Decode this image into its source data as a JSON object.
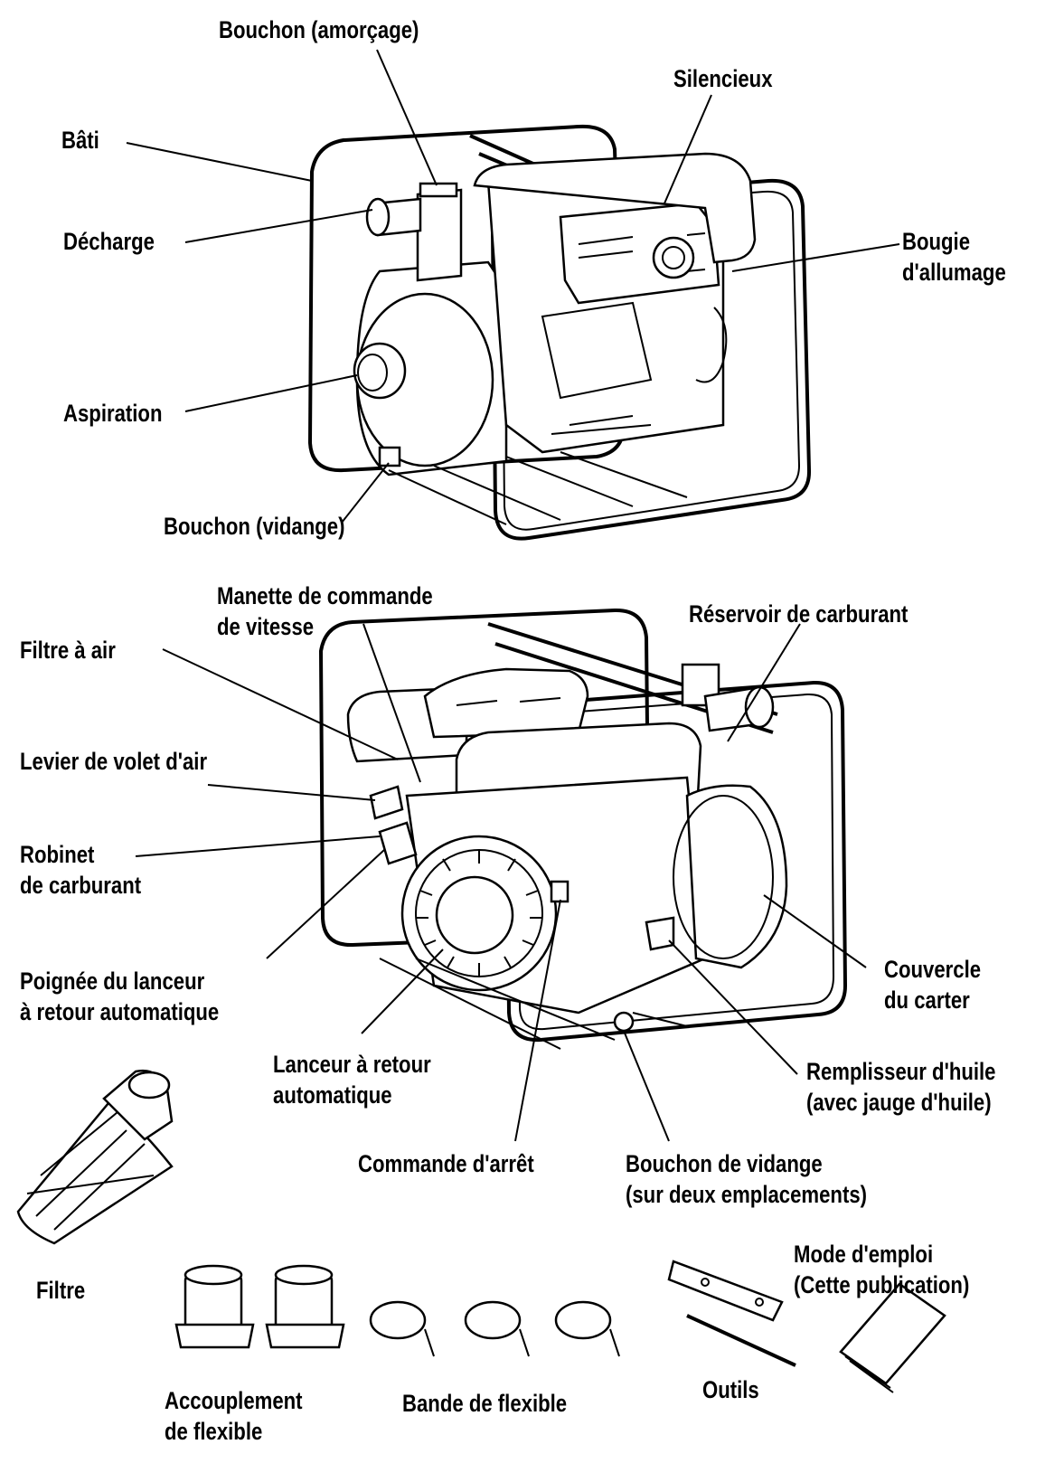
{
  "labels": {
    "bouchon_amorcage": "Bouchon (amorçage)",
    "silencieux": "Silencieux",
    "bati": "Bâti",
    "decharge": "Décharge",
    "bougie_1": "Bougie",
    "bougie_2": "d'allumage",
    "aspiration": "Aspiration",
    "bouchon_vidange": "Bouchon (vidange)",
    "manette_1": "Manette de commande",
    "manette_2": "de vitesse",
    "reservoir": "Réservoir de carburant",
    "filtre_air": "Filtre à air",
    "levier": "Levier de volet d'air",
    "robinet_1": "Robinet",
    "robinet_2": "de carburant",
    "poignee_1": "Poignée du lanceur",
    "poignee_2": "à retour automatique",
    "couvercle_1": "Couvercle",
    "couvercle_2": "du carter",
    "lanceur_1": "Lanceur à retour",
    "lanceur_2": "automatique",
    "remplisseur_1": "Remplisseur d'huile",
    "remplisseur_2": "(avec jauge d'huile)",
    "commande_arret": "Commande d'arrêt",
    "bouchon_vid_1": "Bouchon de vidange",
    "bouchon_vid_2": "(sur deux emplacements)",
    "filtre": "Filtre",
    "mode_1": "Mode d'emploi",
    "mode_2": "(Cette publication)",
    "accouplement_1": "Accouplement",
    "accouplement_2": "de flexible",
    "bande": "Bande de flexible",
    "outils": "Outils"
  }
}
